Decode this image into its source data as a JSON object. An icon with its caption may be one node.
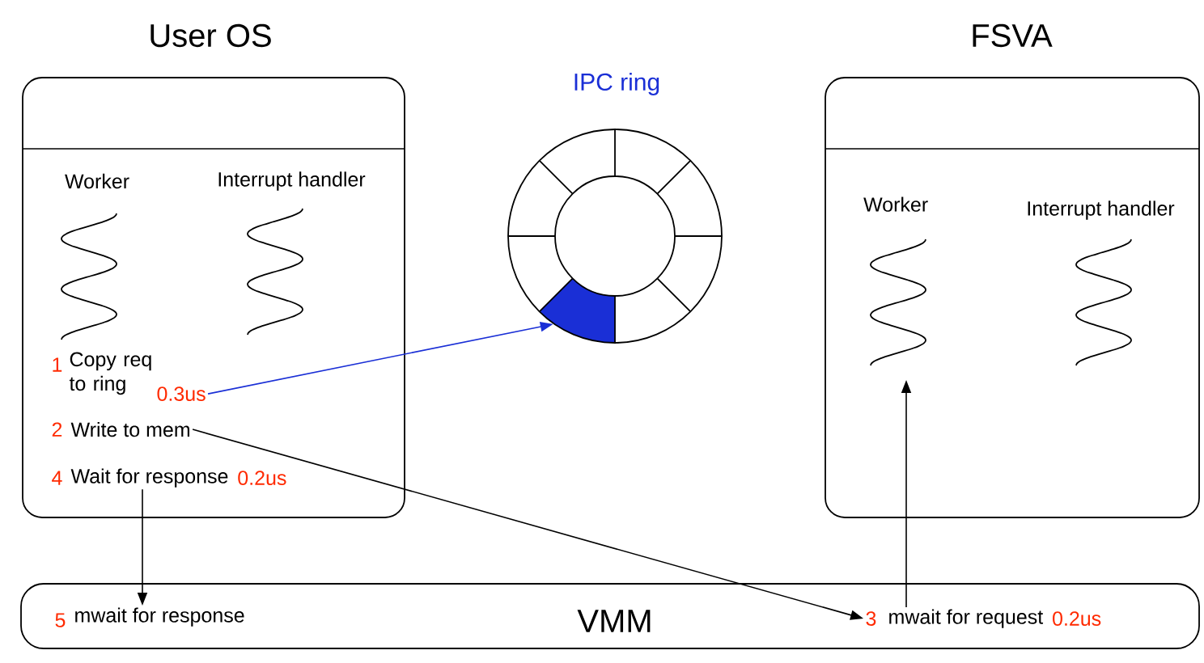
{
  "diagram": {
    "nodes": [
      {
        "text": [
          "User OS"
        ]
      },
      {
        "text": [
          "FSVA"
        ]
      },
      {
        "text": [
          "VMM"
        ]
      },
      {
        "text": [
          "IPC ring"
        ]
      },
      {
        "text": [
          "Copy req to ring"
        ],
        "beside": [
          "1",
          "0.3us"
        ],
        "in": 0
      },
      {
        "text": [
          "Write to mem"
        ],
        "beside": [
          "2"
        ],
        "in": 0
      },
      {
        "text": [
          "Wait for response"
        ],
        "beside": [
          "4",
          "0.2us"
        ],
        "in": 0
      },
      {
        "text": [
          "mwait for response"
        ],
        "beside": [
          "5"
        ],
        "in": 2
      },
      {
        "text": [
          "mwait for request"
        ],
        "beside": [
          "3",
          "0.2us"
        ],
        "in": 2
      },
      {
        "text": [
          "Worker"
        ],
        "in": 1
      }
    ],
    "edges": [
      {
        "from": 4,
        "to": 3,
        "arrow": "to",
        "color": "#1a2fd6"
      },
      {
        "from": 5,
        "to": 8,
        "arrow": "to"
      },
      {
        "from": 8,
        "to": 9,
        "arrow": "to"
      },
      {
        "from": 6,
        "to": 7,
        "arrow": "to"
      }
    ],
    "labels": [
      "Worker",
      "Interrupt handler",
      "Interrupt handler"
    ]
  }
}
